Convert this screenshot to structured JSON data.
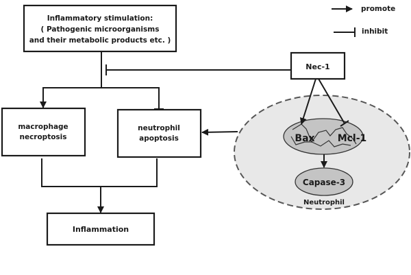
{
  "legend": {
    "promote_label": "promote",
    "inhibit_label": "inhibit"
  },
  "nodes": {
    "stimulation": {
      "line1": "Inflammatory stimulation:",
      "line2": "( Pathogenic microorganisms",
      "line3": "and their metabolic products etc. )"
    },
    "nec1": {
      "label": "Nec-1"
    },
    "macrophage": {
      "line1": "macrophage",
      "line2": "necroptosis"
    },
    "neutrophil_apoptosis": {
      "line1": "neutrophil",
      "line2": "apoptosis"
    },
    "inflammation": {
      "label": "Inflammation"
    },
    "bax": {
      "label": "Bax"
    },
    "mcl1": {
      "label": "Mcl-1"
    },
    "capase3": {
      "label": "Capase-3"
    },
    "neutrophil_cell": {
      "label": "Neutrophil"
    }
  },
  "edges": [
    {
      "from": "stimulation",
      "to": "macrophage",
      "type": "promote"
    },
    {
      "from": "stimulation",
      "to": "neutrophil_apoptosis",
      "type": "inhibit"
    },
    {
      "from": "nec1",
      "to": "stimulation",
      "type": "inhibit"
    },
    {
      "from": "nec1",
      "to": "bax",
      "type": "promote"
    },
    {
      "from": "nec1",
      "to": "mcl1",
      "type": "inhibit"
    },
    {
      "from": "bax_mcl1",
      "to": "capase3",
      "type": "promote"
    },
    {
      "from": "neutrophil_cell",
      "to": "neutrophil_apoptosis",
      "type": "promote"
    },
    {
      "from": "macrophage",
      "to": "inflammation",
      "type": "promote"
    },
    {
      "from": "neutrophil_apoptosis",
      "to": "inflammation",
      "type": "promote"
    }
  ],
  "colors": {
    "line": "#1a1a1a",
    "cell_fill": "#e8e8e8",
    "organelle_fill": "#c4c4c4",
    "dashed_border": "#555555"
  }
}
